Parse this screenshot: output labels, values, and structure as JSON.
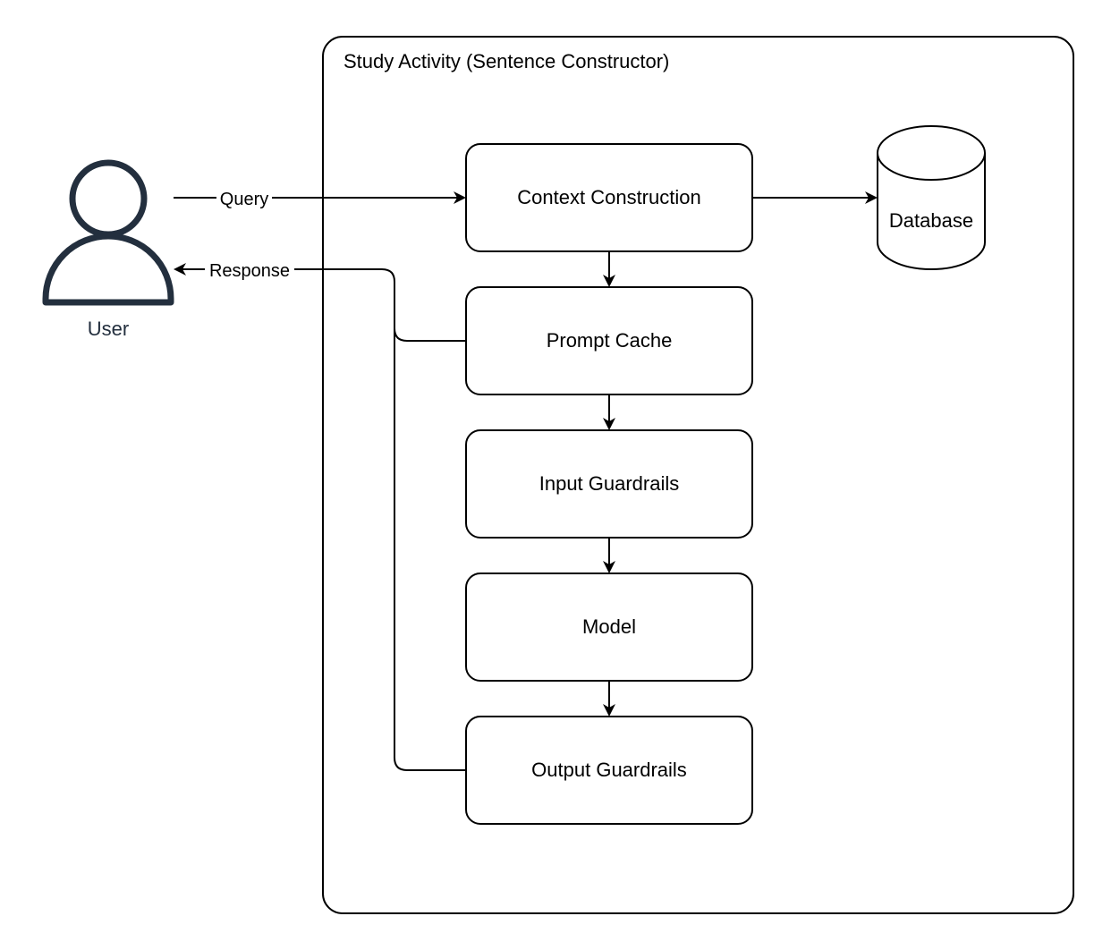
{
  "container": {
    "title": "Study Activity (Sentence Constructor)"
  },
  "actor": {
    "label": "User",
    "icon": "user-icon",
    "color": "#232f3e"
  },
  "nodes": {
    "context_construction": "Context Construction",
    "prompt_cache": "Prompt Cache",
    "input_guardrails": "Input Guardrails",
    "model": "Model",
    "output_guardrails": "Output Guardrails",
    "database": "Database"
  },
  "edges": {
    "query": "Query",
    "response": "Response"
  },
  "colors": {
    "stroke": "#000000",
    "background": "#ffffff"
  }
}
